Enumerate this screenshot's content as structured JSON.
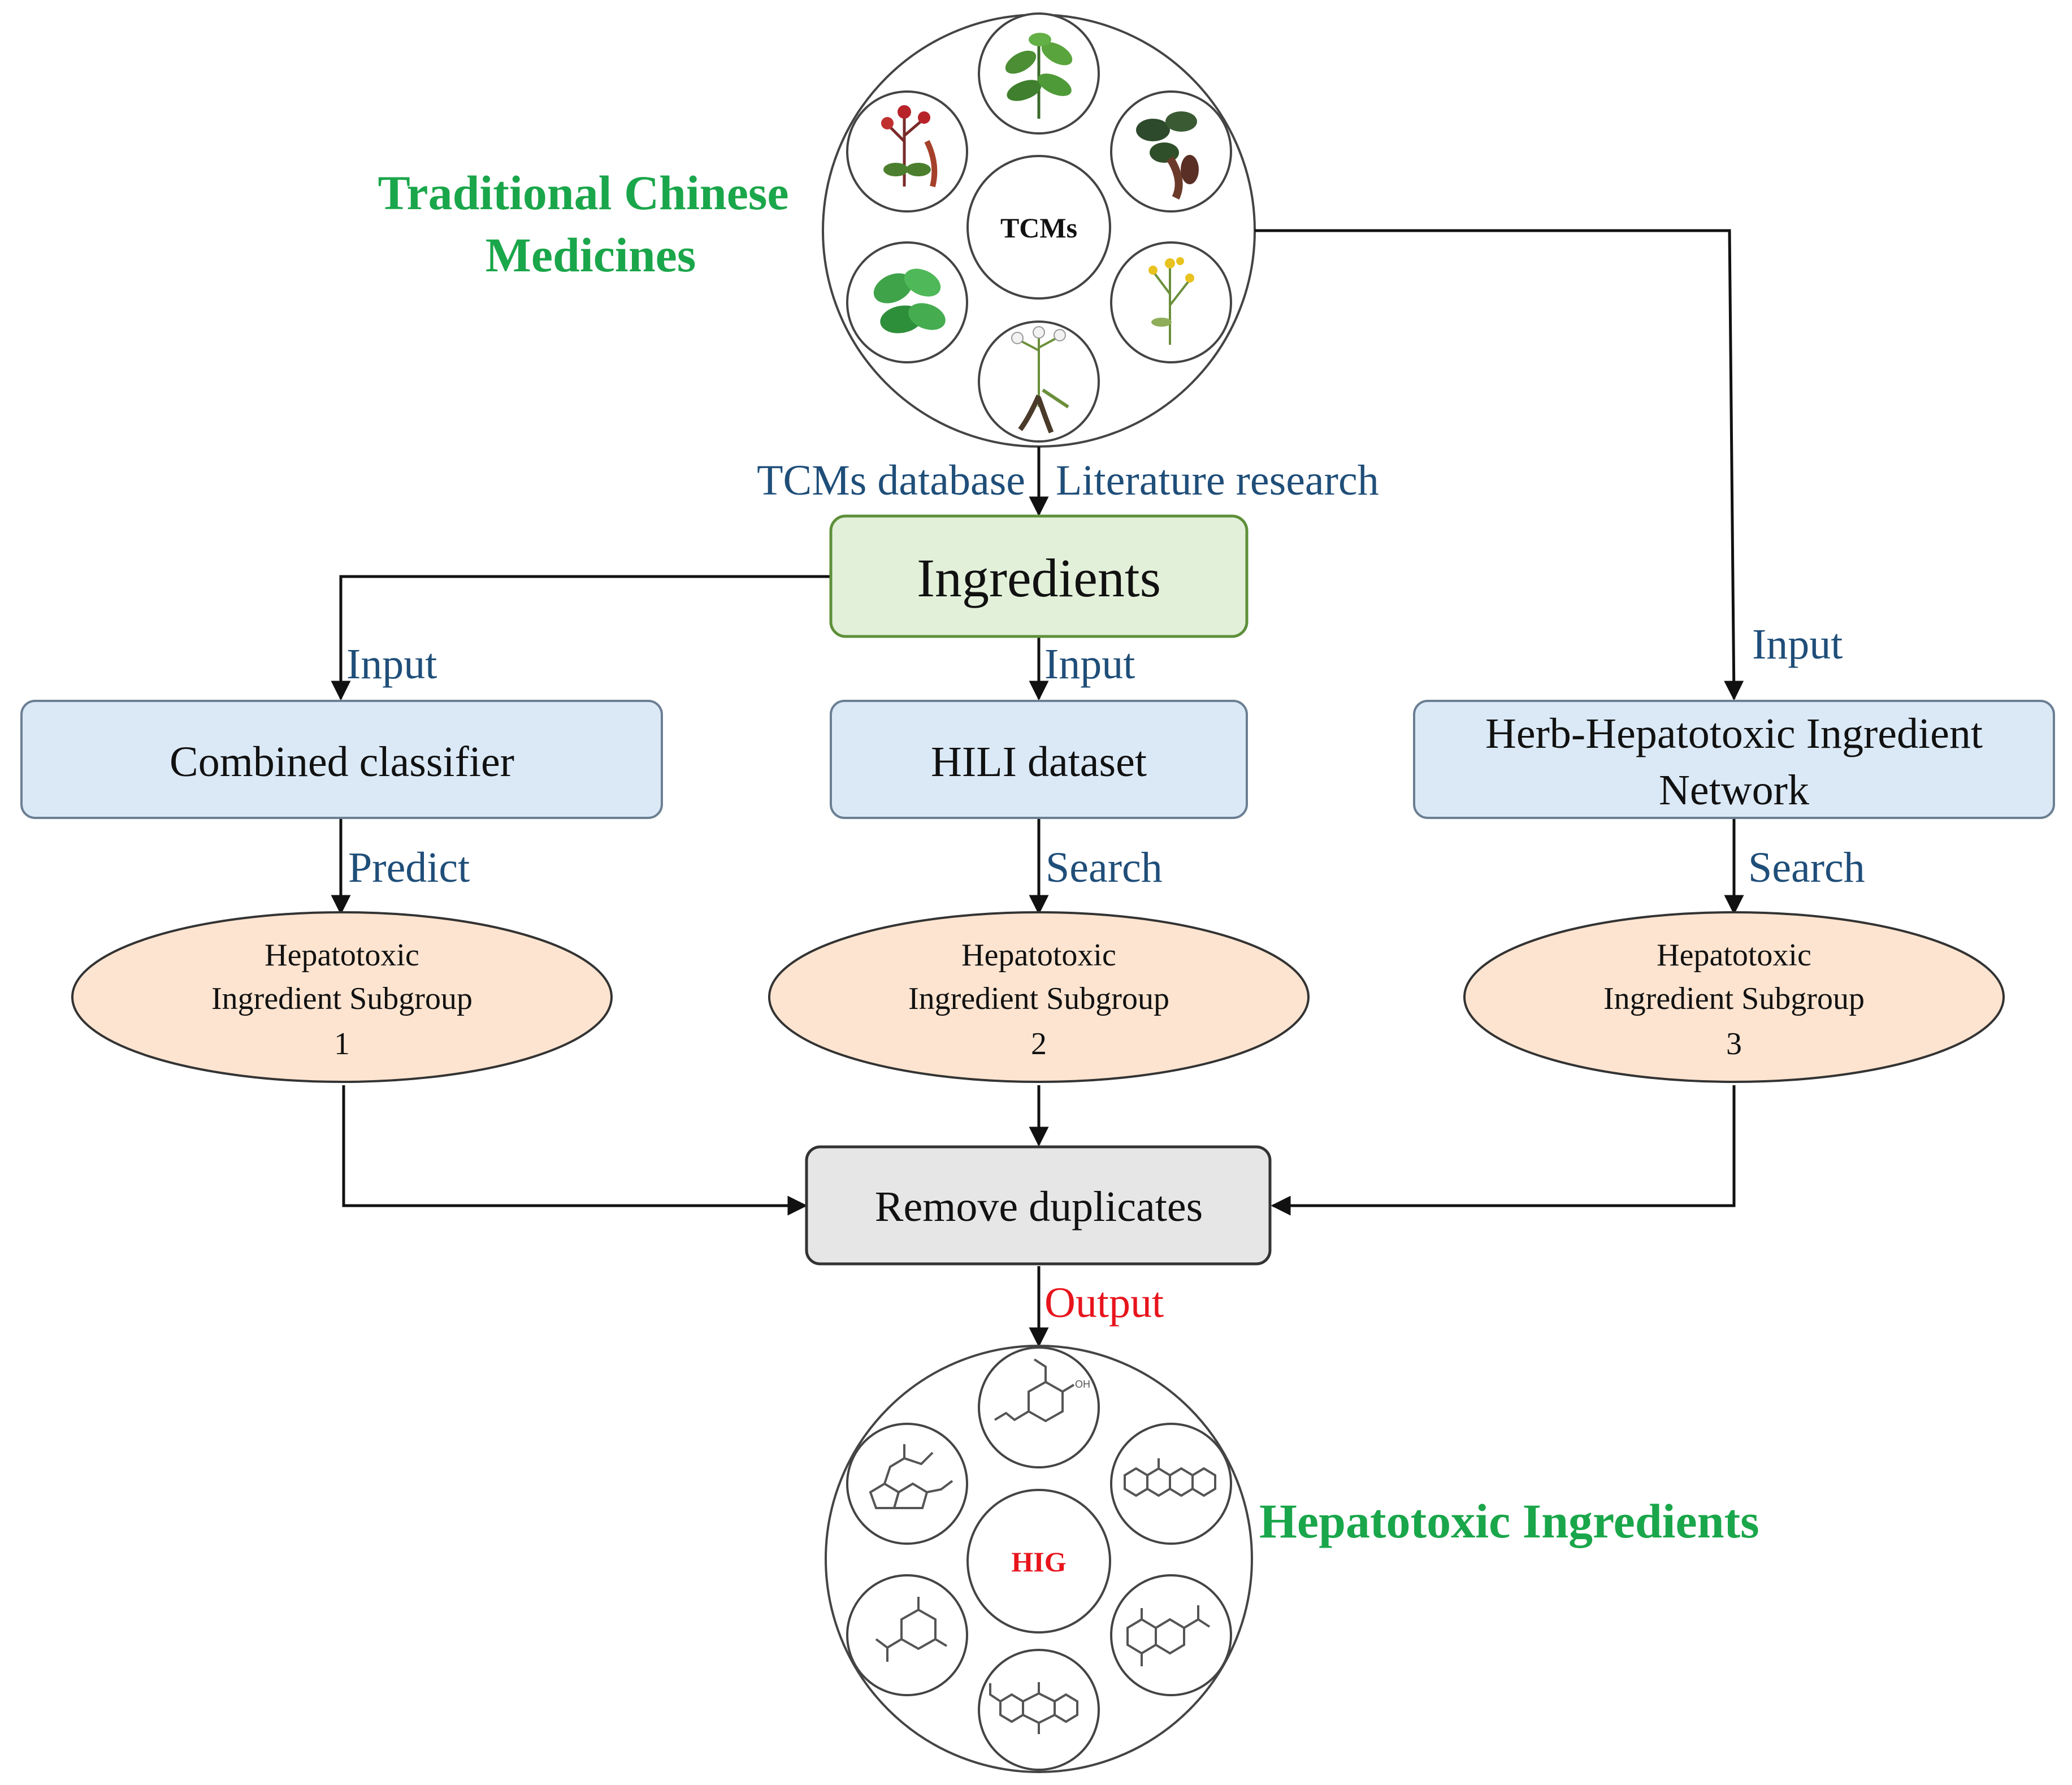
{
  "top_cluster": {
    "title_line1": "Traditional Chinese",
    "title_line2": "Medicines",
    "center_label": "TCMs",
    "icons": [
      "herb-leaf-icon",
      "dark-herb-root-icon",
      "yellow-flower-herb-icon",
      "root-plant-icon",
      "mint-leaves-icon",
      "red-herb-icon"
    ]
  },
  "edges": {
    "tcm_database": "TCMs database",
    "literature_research": "Literature research",
    "input_left": "Input",
    "input_middle": "Input",
    "input_right": "Input",
    "predict": "Predict",
    "search_middle": "Search",
    "search_right": "Search",
    "output": "Output"
  },
  "boxes": {
    "ingredients": "Ingredients",
    "combined_classifier": "Combined classifier",
    "hili_dataset": "HILI dataset",
    "network_line1": "Herb-Hepatotoxic Ingredient",
    "network_line2": "Network",
    "remove_duplicates": "Remove duplicates"
  },
  "subgroups": [
    {
      "line1": "Hepatotoxic",
      "line2": "Ingredient Subgroup",
      "num": "1"
    },
    {
      "line1": "Hepatotoxic",
      "line2": "Ingredient Subgroup",
      "num": "2"
    },
    {
      "line1": "Hepatotoxic",
      "line2": "Ingredient Subgroup",
      "num": "3"
    }
  ],
  "bottom_cluster": {
    "title": "Hepatotoxic Ingredients",
    "center_label": "HIG",
    "labels": {
      "oh": "OH"
    },
    "icons": [
      "eugenol-structure-icon",
      "isoquinoline-structure-icon",
      "terpene-structure-icon",
      "anthraquinone-structure-icon",
      "ketone-ring-structure-icon",
      "pyrrolizidine-structure-icon"
    ]
  },
  "colors": {
    "green_title": "#1aa64a",
    "edge_label": "#1f4e79",
    "output_label": "#e8141c",
    "ingredients_fill": "#e2f0d9",
    "ingredients_stroke": "#5e8f3a",
    "process_fill": "#dbe9f6",
    "process_stroke": "#6b7f93",
    "subgroup_fill": "#fde4d0",
    "remove_fill": "#e6e6e6"
  }
}
